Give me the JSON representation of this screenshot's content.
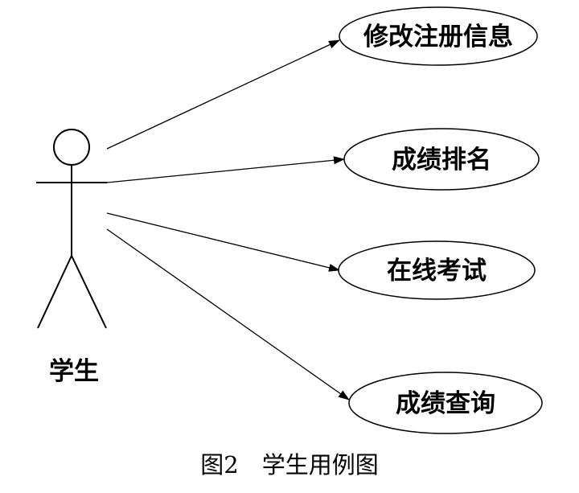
{
  "diagram": {
    "actor": {
      "name": "学生"
    },
    "use_cases": [
      {
        "id": "uc1",
        "label": "修改注册信息"
      },
      {
        "id": "uc2",
        "label": "成绩排名"
      },
      {
        "id": "uc3",
        "label": "在线考试"
      },
      {
        "id": "uc4",
        "label": "成绩查询"
      }
    ],
    "caption": "图2　学生用例图"
  }
}
